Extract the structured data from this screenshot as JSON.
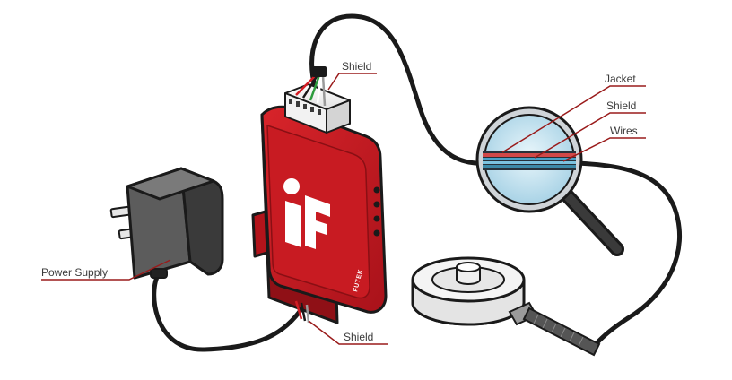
{
  "labels": {
    "shield_top": "Shield",
    "jacket": "Jacket",
    "shield_cable": "Shield",
    "wires": "Wires",
    "power_supply": "Power Supply",
    "shield_bottom": "Shield"
  },
  "device": {
    "brand": "FUTEK"
  },
  "colors": {
    "accent_red": "#c8161d",
    "callout_line": "#9a1b1b",
    "cable": "#1a1a1a"
  }
}
